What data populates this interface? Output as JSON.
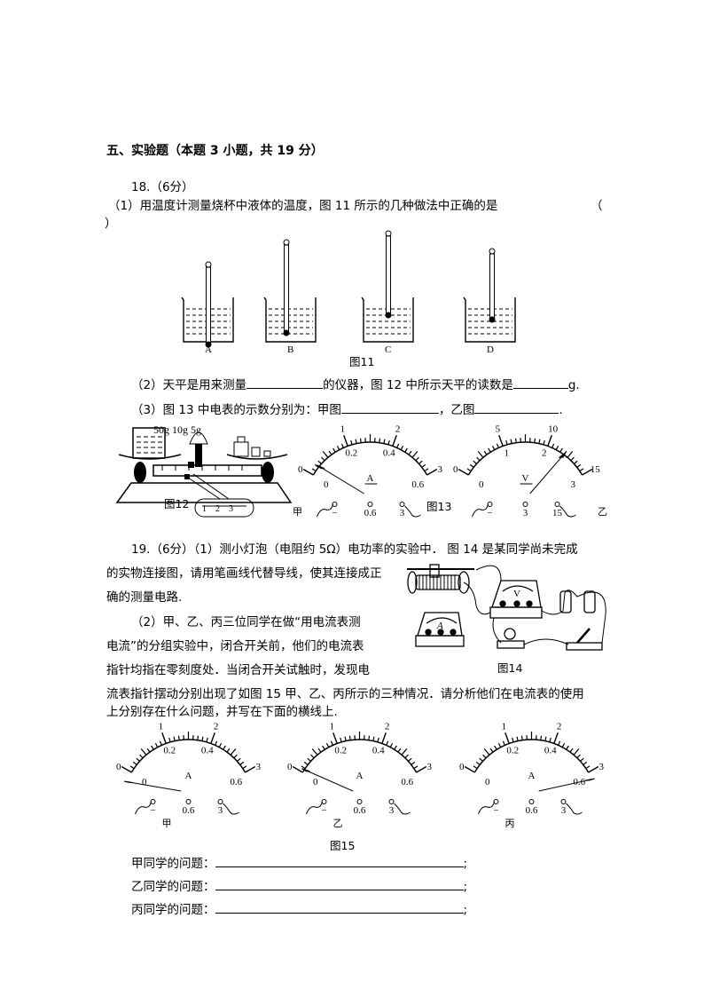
{
  "section_title": "五、实验题（本题 3 小题，共 19 分）",
  "q18": {
    "header": "18.（6分）",
    "part1": "（1）用温度计测量烧杯中液体的温度，图 11 所示的几种做法中正确的是",
    "paren_open": "（",
    "paren_close": "）",
    "fig11_options": [
      "A",
      "B",
      "C",
      "D"
    ],
    "fig11_caption": "图11",
    "part2_a": "（2）天平是用来测量",
    "part2_b": "的仪器，图 12 中所示天平的读数是",
    "part2_unit": "g.",
    "part3_a": "（3）图 13 中电表的示数分别为：甲图",
    "part3_b": "，乙图",
    "part3_end": ".",
    "fig12": {
      "weights": "50g  10g  5g",
      "scale_labels": [
        "1",
        "2",
        "3"
      ],
      "caption": "图12"
    },
    "fig13_caption": "图13",
    "fig13_meters": [
      {
        "top": [
          "0",
          "1",
          "2",
          "3"
        ],
        "bottom": [
          "0",
          "0.2",
          "0.4",
          "0.6"
        ],
        "unit": "A",
        "terminals": [
          "−",
          "0.6",
          "3"
        ],
        "side": "甲",
        "side_pos": "left",
        "needle": 0.073
      },
      {
        "top": [
          "0",
          "5",
          "10",
          "15"
        ],
        "bottom": [
          "0",
          "1",
          "2",
          "3"
        ],
        "unit": "V",
        "terminals": [
          "−",
          "3",
          "15"
        ],
        "side": "乙",
        "side_pos": "right",
        "needle": 0.8
      }
    ]
  },
  "q19": {
    "line1": "19.（6分）（1）测小灯泡（电阻约 5Ω）电功率的实验中．  图 14 是某同学尚未完成",
    "line2": "的实物连接图，请用笔画线代替导线，使其连接成正",
    "line3": "确的测量电路.",
    "line4": "（2）甲、乙、丙三位同学在做“用电流表测",
    "line5": "电流”的分组实验中，闭合开关前，他们的电流表",
    "line6": "指针均指在零刻度处．当闭合开关试触时，发现电",
    "line7": "流表指针摆动分别出现了如图 15 甲、乙、丙所示的三种情况．请分析他们在电流表的使用",
    "line8": "上分别存在什么问题，并写在下面的横线上.",
    "fig14": {
      "caption": "图14",
      "ammeter_symbol": "A",
      "voltmeter_symbol": "V"
    },
    "fig15_caption": "图15",
    "fig15_meters": [
      {
        "top": [
          "0",
          "1",
          "2",
          "3"
        ],
        "bottom": [
          "0",
          "0.2",
          "0.4",
          "0.6"
        ],
        "unit": "A",
        "terminals": [
          "−",
          "0.6",
          "3"
        ],
        "side": "甲",
        "needle": -0.08
      },
      {
        "top": [
          "0",
          "1",
          "2",
          "3"
        ],
        "bottom": [
          "0",
          "0.2",
          "0.4",
          "0.6"
        ],
        "unit": "A",
        "terminals": [
          "−",
          "0.6",
          "3"
        ],
        "side": "乙",
        "needle": 0.02
      },
      {
        "top": [
          "0",
          "1",
          "2",
          "3"
        ],
        "bottom": [
          "0",
          "0.2",
          "0.4",
          "0.6"
        ],
        "unit": "A",
        "terminals": [
          "−",
          "0.6",
          "3"
        ],
        "side": "丙",
        "needle": 1.06
      }
    ],
    "answers": [
      {
        "label": "甲同学的问题：",
        "end": ";"
      },
      {
        "label": "乙同学的问题：",
        "end": ";"
      },
      {
        "label": "丙同学的问题：",
        "end": ";"
      }
    ]
  }
}
